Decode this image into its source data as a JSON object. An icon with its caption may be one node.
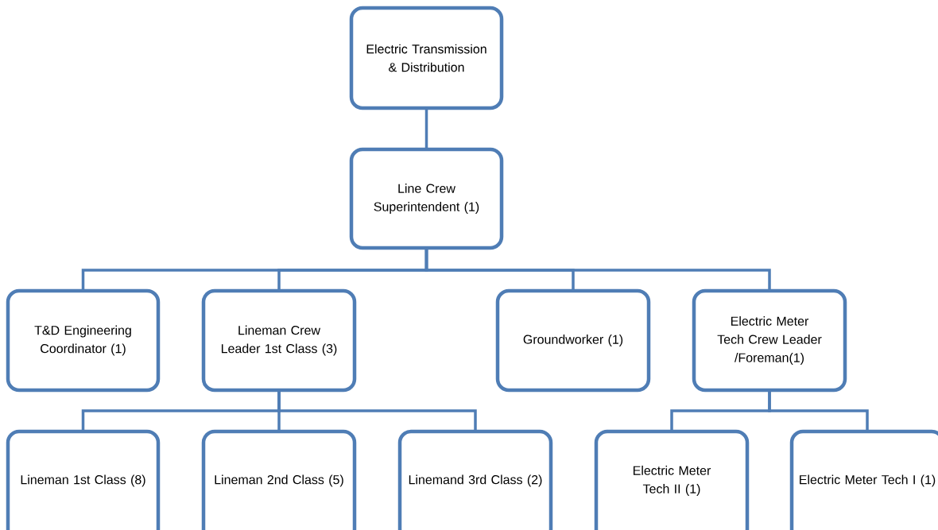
{
  "diagram": {
    "nodes": [
      {
        "text": [
          "Electric Transmission & Distribution"
        ]
      },
      {
        "text": [
          "Line Crew Superintendent (1)"
        ]
      },
      {
        "text": [
          "T&D Engineering Coordinator (1)"
        ]
      },
      {
        "text": [
          "Lineman Crew Leader 1st Class (3)"
        ]
      },
      {
        "text": [
          "Groundworker (1)"
        ]
      },
      {
        "text": [
          "Electric Meter Tech Crew Leader /Foreman(1)"
        ]
      },
      {
        "text": [
          "Lineman 1st Class (8)"
        ]
      },
      {
        "text": [
          "Lineman 2nd Class (5)"
        ]
      },
      {
        "text": [
          "Linemand 3rd Class (2)"
        ]
      },
      {
        "text": [
          "Electric Meter Tech II (1)"
        ]
      },
      {
        "text": [
          "Electric Meter Tech I (1)"
        ]
      }
    ],
    "edges": [
      {
        "from": 0,
        "to": 1,
        "arrow": "none"
      },
      {
        "from": 1,
        "to": 2,
        "arrow": "none"
      },
      {
        "from": 1,
        "to": 3,
        "arrow": "none"
      },
      {
        "from": 1,
        "to": 4,
        "arrow": "none"
      },
      {
        "from": 1,
        "to": 5,
        "arrow": "none"
      },
      {
        "from": 3,
        "to": 6,
        "arrow": "none"
      },
      {
        "from": 3,
        "to": 7,
        "arrow": "none"
      },
      {
        "from": 3,
        "to": 8,
        "arrow": "none"
      },
      {
        "from": 5,
        "to": 9,
        "arrow": "none"
      },
      {
        "from": 5,
        "to": 10,
        "arrow": "none"
      }
    ]
  }
}
